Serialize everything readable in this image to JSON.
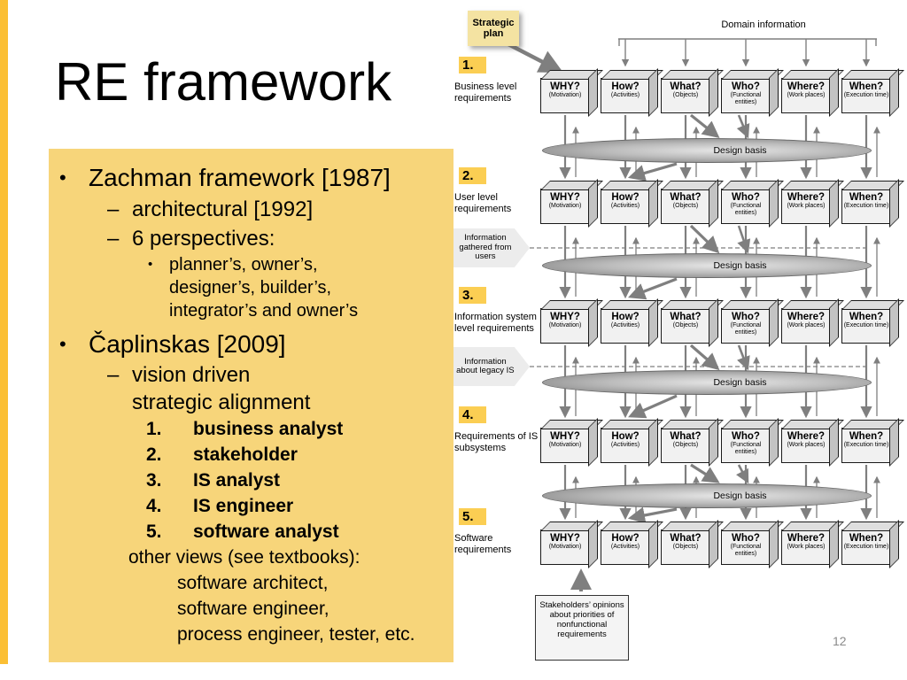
{
  "slide": {
    "title": "RE framework",
    "page_number": "12"
  },
  "colors": {
    "panel_yellow": "#F7D57A",
    "strip_yellow": "#FBBF34",
    "highlight_yellow": "#FBCE53"
  },
  "outline": {
    "bullet_marker": "•",
    "dash_marker": "–",
    "item1": "Zachman framework [1987]",
    "item1_sub1": "architectural [1992]",
    "item1_sub2": "6 perspectives:",
    "item1_sub2_detail": "planner’s, owner’s, designer’s, builder’s, integrator’s and owner’s",
    "item2": "Čaplinskas [2009]",
    "item2_sub1": "vision driven strategic alignment",
    "roles": [
      {
        "num": "1.",
        "label": "business analyst"
      },
      {
        "num": "2.",
        "label": "stakeholder"
      },
      {
        "num": "3.",
        "label": "IS analyst"
      },
      {
        "num": "4.",
        "label": "IS engineer"
      },
      {
        "num": "5.",
        "label": "software analyst"
      }
    ],
    "other_views_heading": "other views (see textbooks):",
    "other_views": [
      "software architect,",
      "software engineer,",
      "process engineer, tester, etc."
    ]
  },
  "diagram": {
    "strategic_plan": "Strategic plan",
    "domain_information": "Domain information",
    "design_basis": "Design basis",
    "columns": [
      {
        "q": "WHY?",
        "sub": "(Motivation)"
      },
      {
        "q": "How?",
        "sub": "(Activities)"
      },
      {
        "q": "What?",
        "sub": "(Objects)"
      },
      {
        "q": "Who?",
        "sub": "(Functional entities)"
      },
      {
        "q": "Where?",
        "sub": "(Work places)"
      },
      {
        "q": "When?",
        "sub": "(Execution time)"
      }
    ],
    "levels": [
      {
        "num": "1.",
        "label": "Business level requirements"
      },
      {
        "num": "2.",
        "label": "User level requirements"
      },
      {
        "num": "3.",
        "label": "Information system level requirements"
      },
      {
        "num": "4.",
        "label": "Requirements of IS subsystems"
      },
      {
        "num": "5.",
        "label": "Software requirements"
      }
    ],
    "side_notes": [
      "Information gathered from users",
      "Information about legacy IS"
    ],
    "bottom_note": "Stakeholders’ opinions about priorities of nonfunctional requirements"
  }
}
